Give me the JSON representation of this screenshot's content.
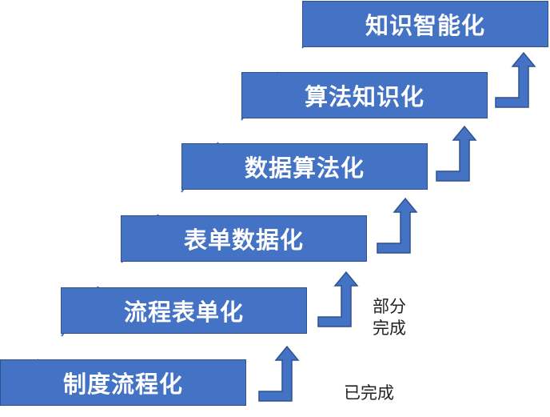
{
  "steps": [
    {
      "label": "制度流程化"
    },
    {
      "label": "流程表单化"
    },
    {
      "label": "表单数据化"
    },
    {
      "label": "数据算法化"
    },
    {
      "label": "算法知识化"
    },
    {
      "label": "知识智能化"
    }
  ],
  "notes": {
    "partial_line1": "部分",
    "partial_line2": "完成",
    "done": "已完成"
  },
  "colors": {
    "box_fill": "#4472c4",
    "box_border": "#2f528f",
    "connector": "#4472c4"
  },
  "icons": {
    "arrow": "bent-up-arrow-icon"
  }
}
